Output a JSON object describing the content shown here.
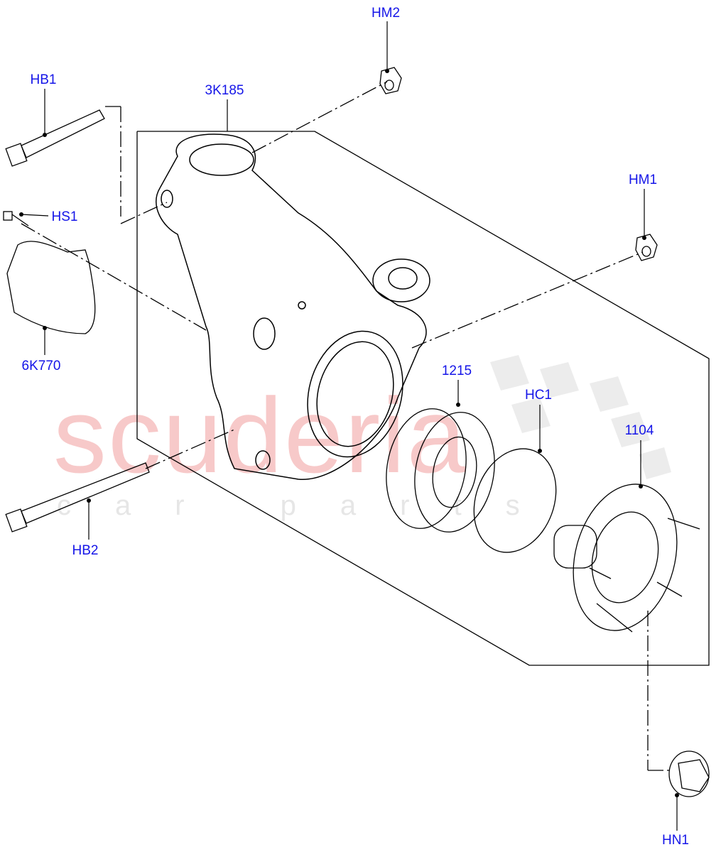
{
  "watermark": {
    "brand": "scuderia",
    "sub": "car parts"
  },
  "labels": {
    "hm2": "HM2",
    "hb1": "HB1",
    "k3185": "3K185",
    "hm1": "HM1",
    "hs1": "HS1",
    "k6770": "6K770",
    "p1215": "1215",
    "hc1": "HC1",
    "p1104": "1104",
    "hb2": "HB2",
    "hn1": "HN1"
  },
  "colors": {
    "label": "#1515e8",
    "line": "#000000",
    "watermark": "#f7c9c9"
  }
}
